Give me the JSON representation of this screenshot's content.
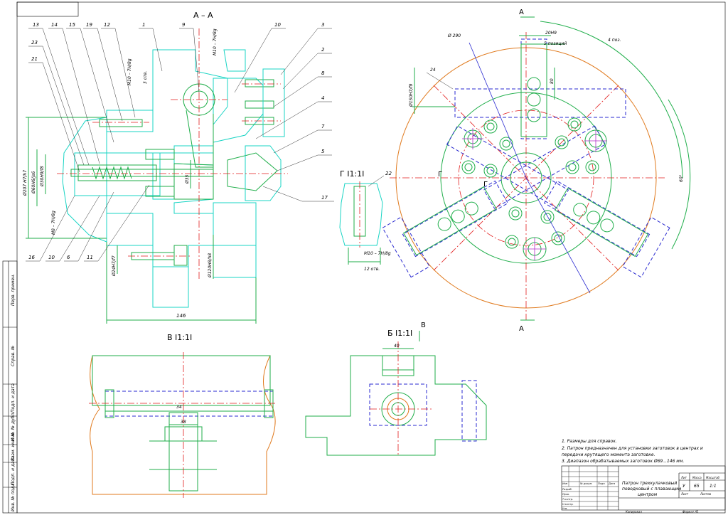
{
  "views": {
    "section_aa": "А – А",
    "view_b": "В I1:1I",
    "view_b2": "Б I1:1I",
    "view_g": "Г I1:1I",
    "mark_a_top": "А",
    "mark_a_bottom": "А",
    "mark_b": "В",
    "mark_g_left": "Г",
    "mark_g_right": "Г"
  },
  "callouts_top": [
    "13",
    "14",
    "15",
    "19",
    "12",
    "1",
    "9",
    "10",
    "3"
  ],
  "callouts_left": [
    "23",
    "21"
  ],
  "callouts_right": [
    "2",
    "8",
    "4",
    "7",
    "5",
    "17"
  ],
  "callouts_bottom": [
    "16",
    "10",
    "6",
    "11"
  ],
  "dims": {
    "d207": "Ø207 H7/h7",
    "d60": "Ø60H6/js6",
    "d30": "Ø30H9/f8",
    "m8": "M8 – 7H/8g",
    "m10_top": "M10 – 7H/8g",
    "m10_left": "M10 – 7H/8g",
    "three_holes": "3 отв.",
    "d24": "Ø24H7/f7",
    "d35": "Ø35",
    "d120": "Ø120H8/h8",
    "len146": "146",
    "view_g_thread": "M10 – 7H/8g",
    "view_g_holes": "12 отв.",
    "view_g_22": "22",
    "d290": "Ø 290",
    "d150": "Ø150H7/f9",
    "dim_20": "20H9",
    "dim_5": "5 позиций",
    "dim_80": "80",
    "dim_24": "24",
    "angle_60": "60°",
    "angle_4": "4 поз.",
    "view_b_34": "34",
    "view_b_38": "38",
    "view_b2_40": "40"
  },
  "notes": [
    "1. Размеры для справок.",
    "2. Патрон предназначен для установки заготовок в центрах и",
    "передачи крутящего момента заготовке.",
    "3. Диапазон обрабатываемых заготовок Ø69...146 мм."
  ],
  "title_block": {
    "title_1": "Патрон трехкулачковый",
    "title_2": "поводковый с плавающим",
    "title_3": "центром",
    "col_lit": "Лит",
    "col_mass": "Масса",
    "col_scale": "Масштаб",
    "lit_val": "У",
    "mass_val": "65",
    "scale_val": "1:1",
    "sheet": "Лист",
    "sheets": "Листов",
    "row_izm": "Изм",
    "row_list": "Лист",
    "row_doc": "№ докум.",
    "row_sign": "Подп.",
    "row_date": "Дата",
    "row_dev": "Разраб.",
    "row_check": "Пров.",
    "row_tcontr": "Т.контр.",
    "row_ncontr": "Н.контр.",
    "row_appr": "Утв.",
    "copy": "Копировал",
    "format": "Формат А1"
  },
  "side_strip": [
    "Перв. примен.",
    "Справ. №",
    "Подп. и дата",
    "Инв. № дубл.",
    "Взам. инв. №",
    "Подп. и дата",
    "Инв. № подл."
  ]
}
